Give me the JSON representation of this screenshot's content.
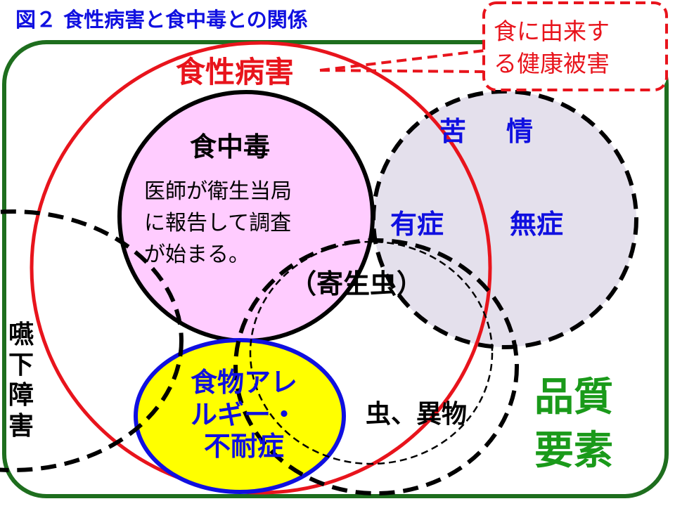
{
  "title": "図２ 食性病害と食中毒との関係",
  "callout": {
    "line1": "食に由来す",
    "line2": "る健康被害"
  },
  "foodborne_disease": "食性病害",
  "food_poisoning": {
    "title": "食中毒",
    "line1": "医師が衛生当局",
    "line2": "に報告して調査",
    "line3": "が始まる。"
  },
  "complaint": {
    "title_a": "苦",
    "title_b": "情",
    "symptomatic": "有症",
    "asymptomatic": "無症"
  },
  "parasite": "（寄生虫）",
  "allergy": {
    "line1": "食物アレ",
    "line2": "ルギー・",
    "line3": "不耐症"
  },
  "insects": "虫、異物",
  "swallowing": [
    "嚥",
    "下",
    "障",
    "害"
  ],
  "quality": {
    "line1": "品質",
    "line2": "要素"
  },
  "colors": {
    "green": "#1e6e1e",
    "red": "#e8141c",
    "blue": "#1010e0",
    "quality_green": "#1a9a1a"
  }
}
